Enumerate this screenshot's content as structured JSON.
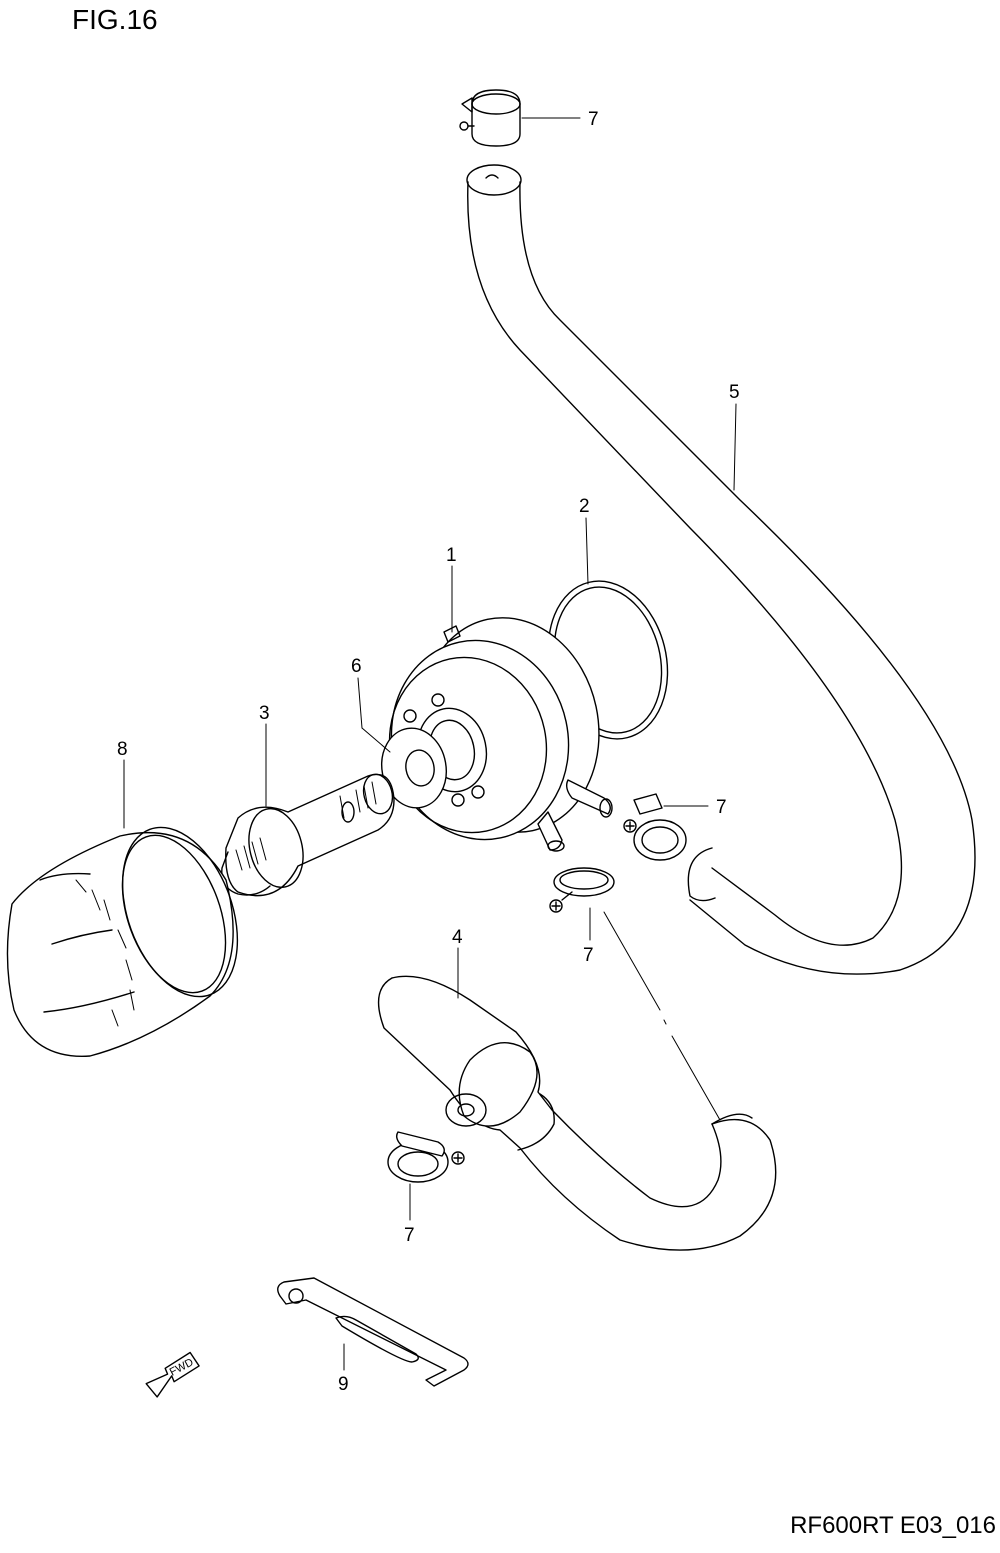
{
  "figure": {
    "title": "FIG.16",
    "code": "RF600RT E03_016"
  },
  "direction_arrow": {
    "label": "FWD"
  },
  "callouts": [
    {
      "ref": "7",
      "part": "hose-clamp"
    },
    {
      "ref": "5",
      "part": "hose"
    },
    {
      "ref": "2",
      "part": "o-ring"
    },
    {
      "ref": "1",
      "part": "oil-cooler-adapter"
    },
    {
      "ref": "6",
      "part": "washer"
    },
    {
      "ref": "3",
      "part": "union-bolt"
    },
    {
      "ref": "8",
      "part": "oil-filter"
    },
    {
      "ref": "7",
      "part": "hose-clamp"
    },
    {
      "ref": "7",
      "part": "hose-clamp"
    },
    {
      "ref": "4",
      "part": "hose"
    },
    {
      "ref": "7",
      "part": "hose-clamp"
    },
    {
      "ref": "9",
      "part": "hose-clamp-plate"
    }
  ]
}
